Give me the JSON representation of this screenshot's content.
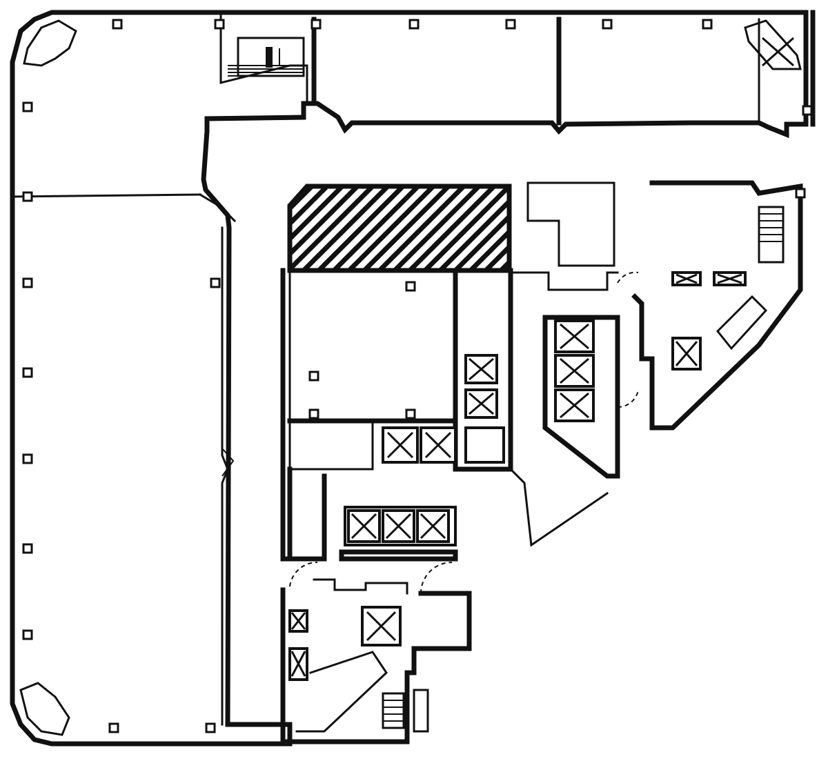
{
  "plan": {
    "wall_color": "#111111",
    "hatch_color": "#111111",
    "background": "#ffffff",
    "elevator_icon": "elevator-box-with-x",
    "stair_icon": "stair-treads",
    "column_icon": "structural-column-square",
    "highlighted_area": "hatched-suite"
  }
}
